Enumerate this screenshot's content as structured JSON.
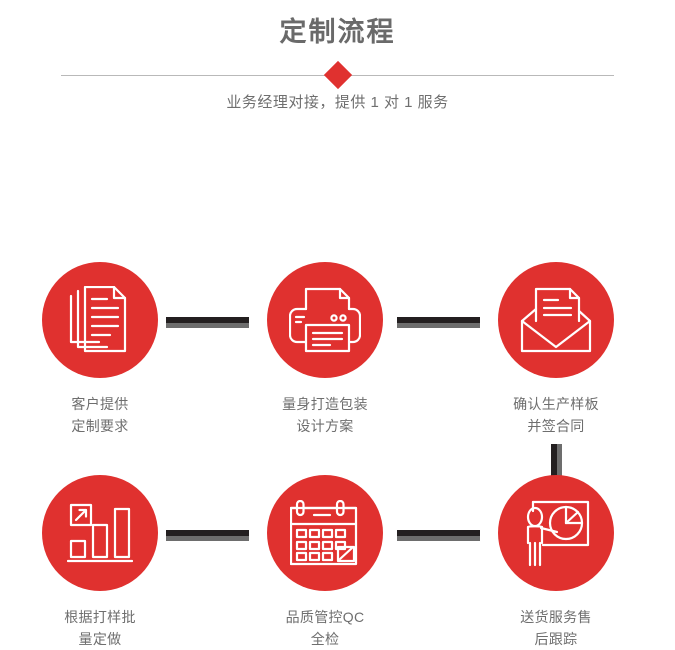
{
  "header": {
    "title": "定制流程",
    "subtitle": "业务经理对接，提供 1 对 1 服务",
    "accent_color": "#e0312f",
    "title_color": "#6a6a6a",
    "divider_color": "#b9b9b9",
    "diamond_icon": "diamond-marker"
  },
  "flow": {
    "connector_color": "#231f20",
    "connector_shadow_color": "#6d6d6d",
    "steps": [
      {
        "index": 1,
        "icon": "documents-stack-icon",
        "label": "客户提供\n定制要求"
      },
      {
        "index": 2,
        "icon": "printer-icon",
        "label": "量身打造包装\n设计方案"
      },
      {
        "index": 3,
        "icon": "envelope-letter-icon",
        "label": "确认生产样板\n并签合同"
      },
      {
        "index": 4,
        "icon": "bar-chart-growth-icon",
        "label": "根据打样批\n量定做"
      },
      {
        "index": 5,
        "icon": "calendar-check-icon",
        "label": "品质管控QC\n全检"
      },
      {
        "index": 6,
        "icon": "presenter-pie-chart-icon",
        "label": "送货服务售\n后跟踪"
      }
    ]
  }
}
